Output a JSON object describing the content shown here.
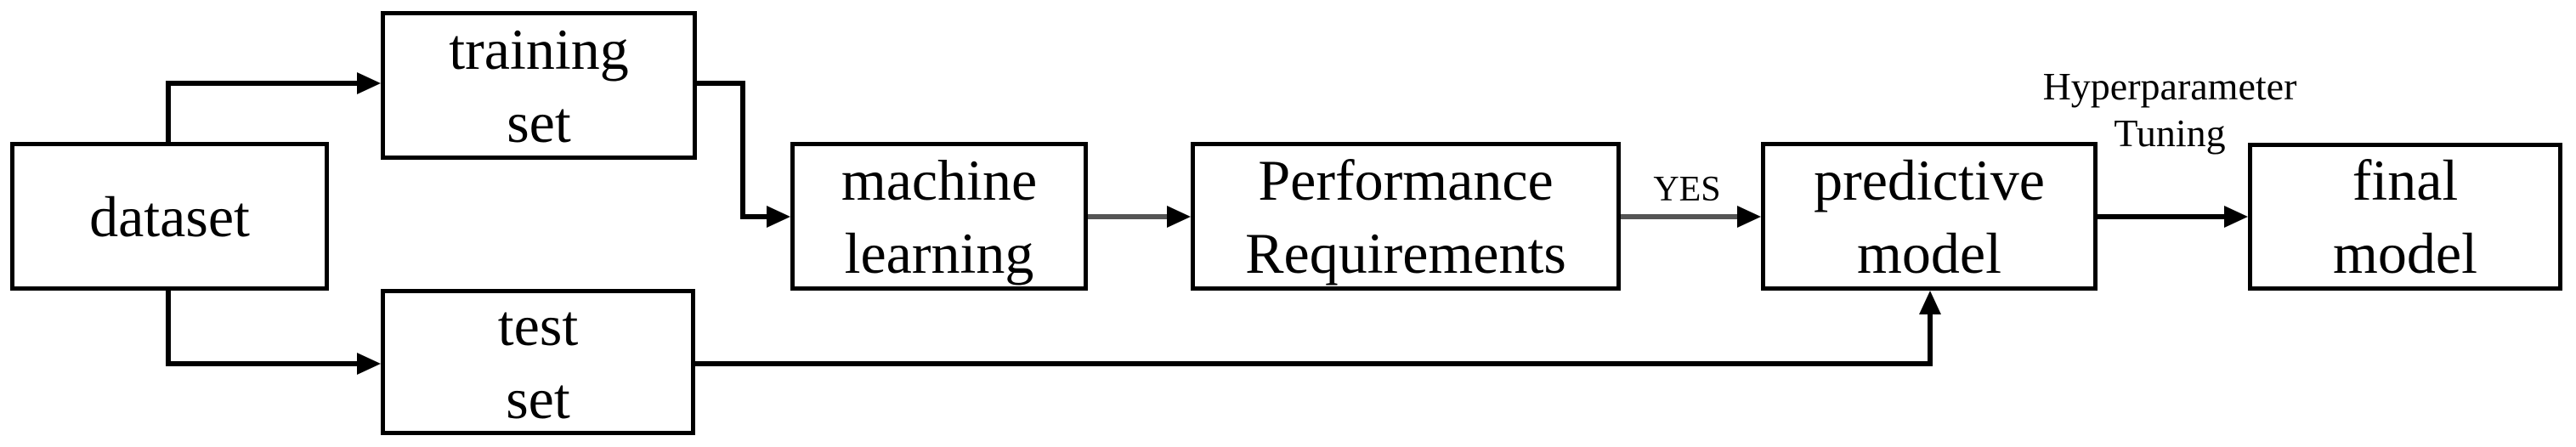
{
  "colors": {
    "background": "#ffffff",
    "line": "#000000",
    "connector_gray": "#555555",
    "text": "#000000"
  },
  "nodes": {
    "dataset": {
      "label": "dataset"
    },
    "training_set": {
      "line1": "training",
      "line2": "set"
    },
    "test_set": {
      "line1": "test",
      "line2": "set"
    },
    "machine_learning": {
      "line1": "machine",
      "line2": "learning"
    },
    "performance_requirements": {
      "line1": "Performance",
      "line2": "Requirements"
    },
    "predictive_model": {
      "line1": "predictive",
      "line2": "model"
    },
    "final_model": {
      "line1": "final",
      "line2": "model"
    }
  },
  "edge_labels": {
    "yes": "YES",
    "hyperparameter_line1": "Hyperparameter",
    "hyperparameter_line2": "Tuning"
  },
  "edges": [
    {
      "from": "dataset",
      "to": "training_set",
      "label": ""
    },
    {
      "from": "dataset",
      "to": "test_set",
      "label": ""
    },
    {
      "from": "training_set",
      "to": "machine_learning",
      "label": ""
    },
    {
      "from": "machine_learning",
      "to": "performance_requirements",
      "label": ""
    },
    {
      "from": "performance_requirements",
      "to": "predictive_model",
      "label": "YES"
    },
    {
      "from": "predictive_model",
      "to": "final_model",
      "label": "Hyperparameter Tuning"
    },
    {
      "from": "test_set",
      "to": "predictive_model",
      "label": ""
    }
  ]
}
